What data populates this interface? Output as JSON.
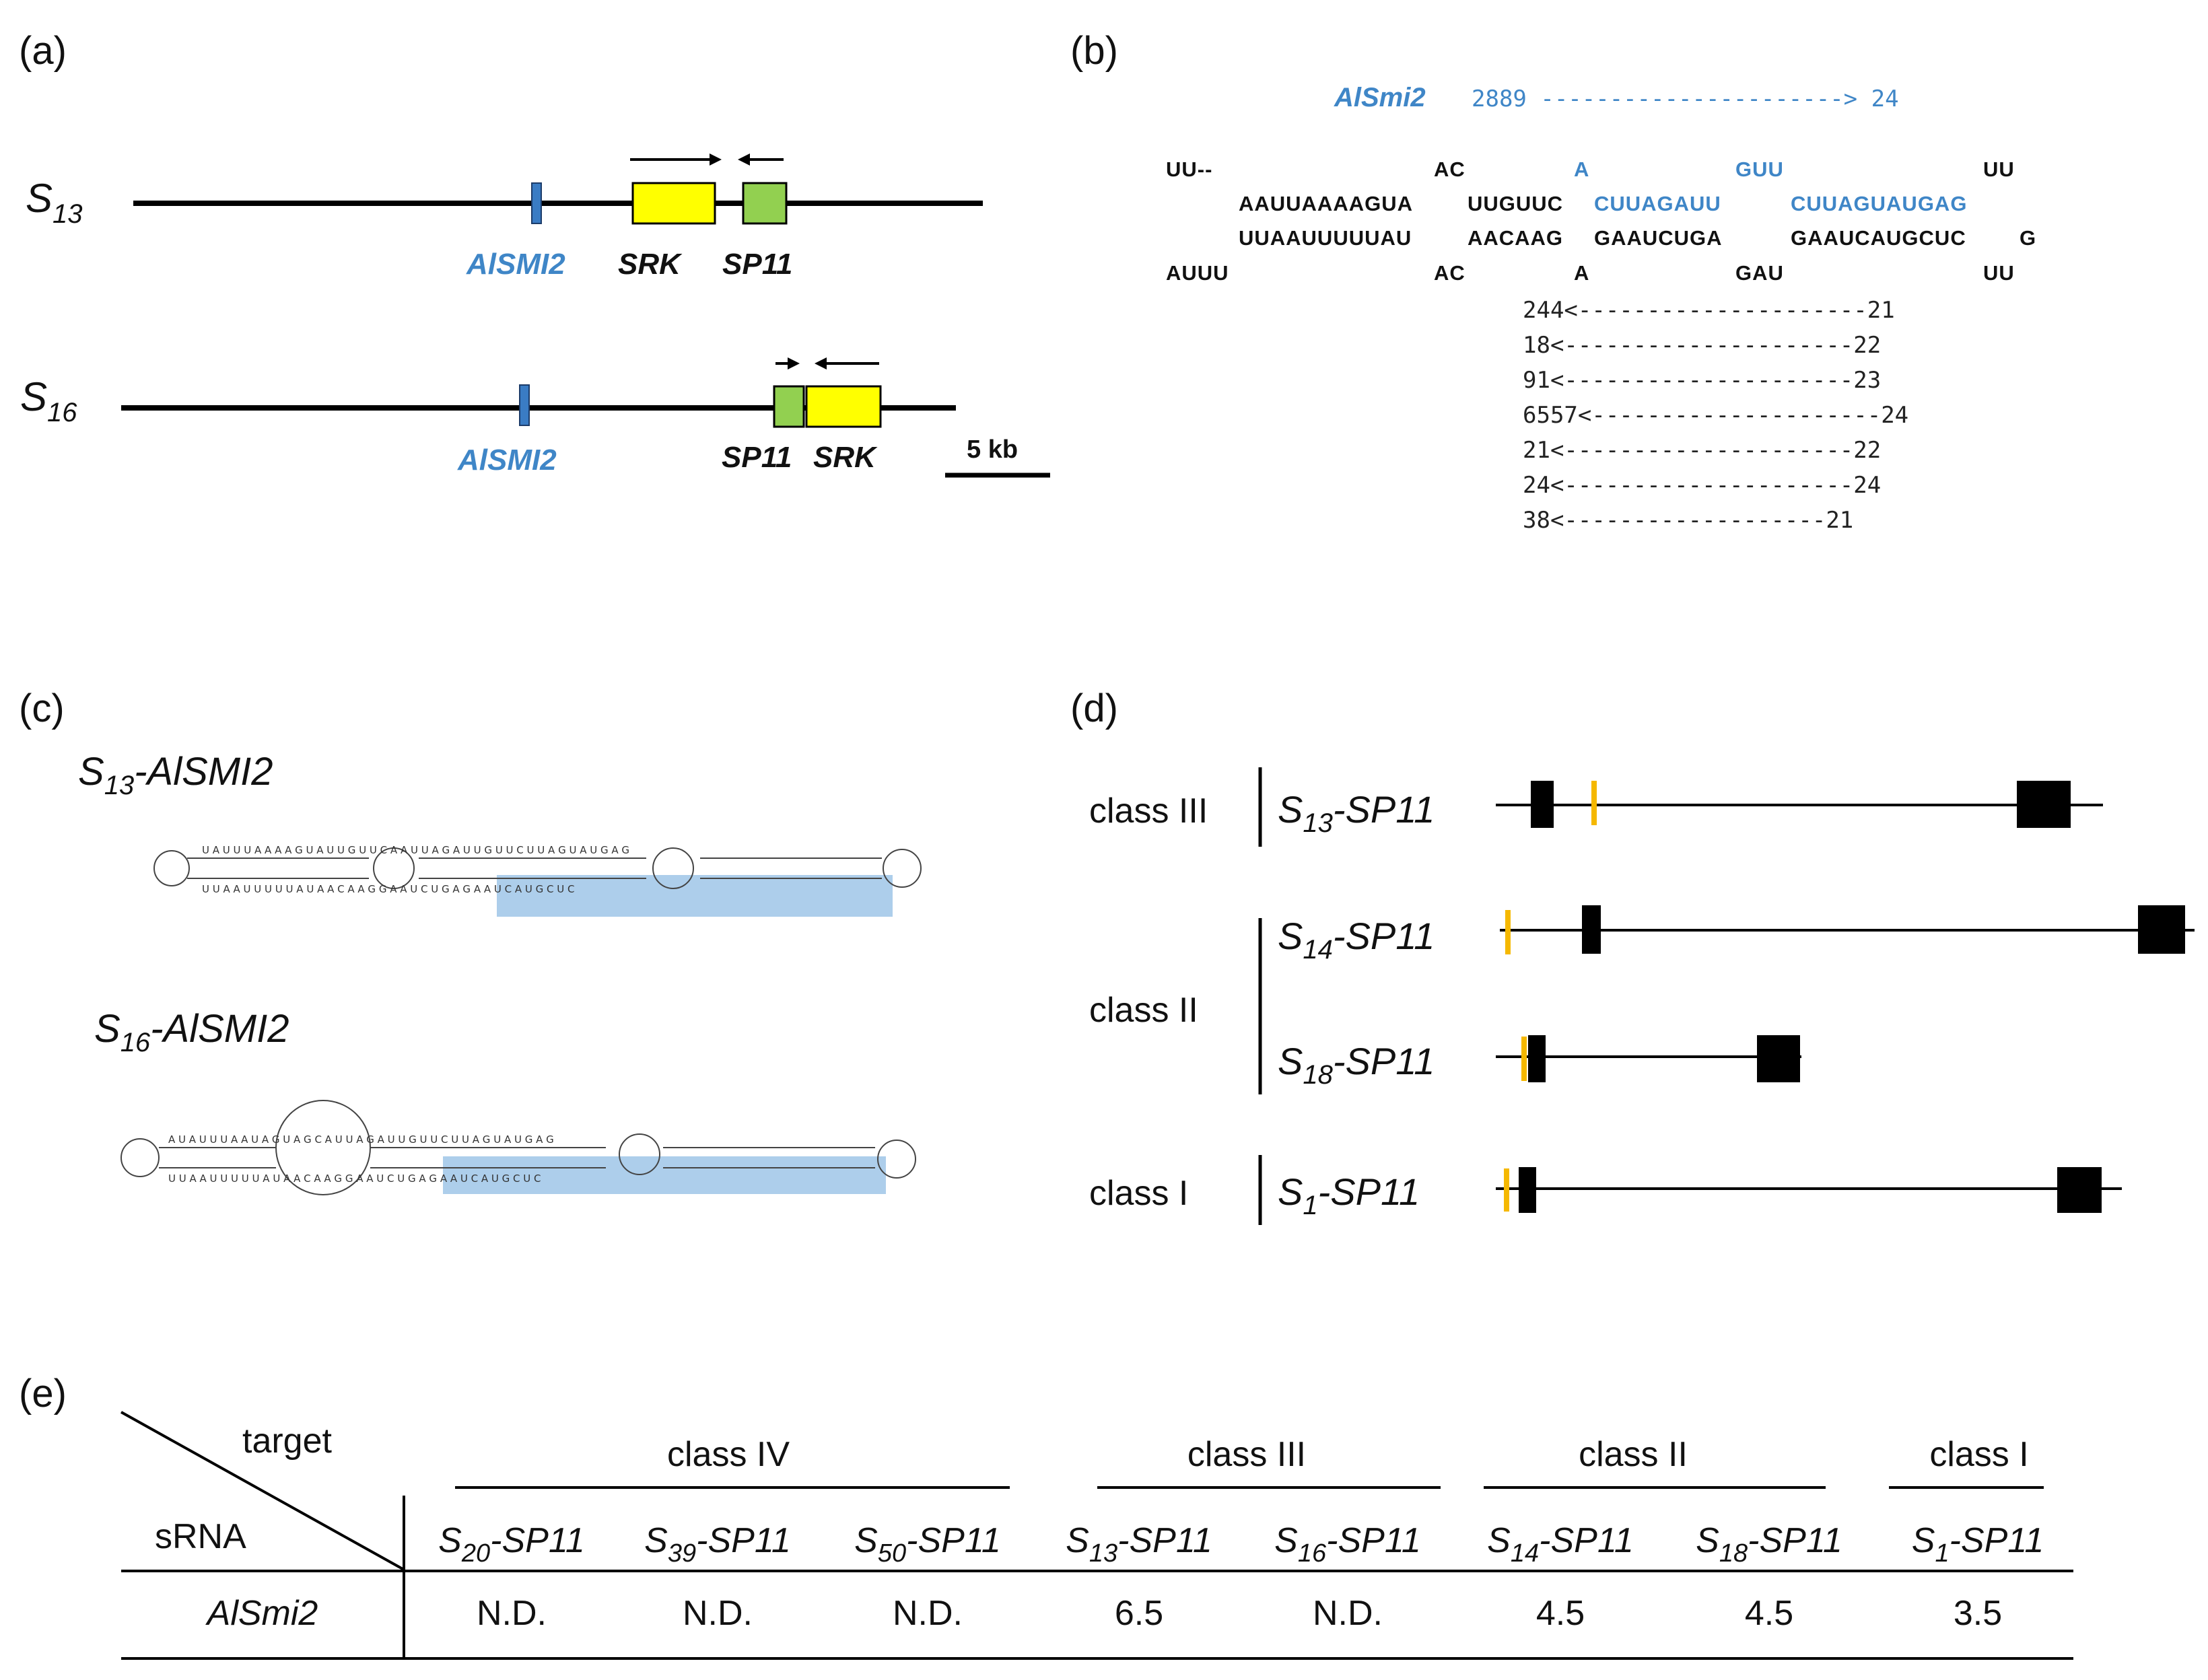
{
  "panels": {
    "a": "(a)",
    "b": "(b)",
    "c": "(c)",
    "d": "(d)",
    "e": "(e)"
  },
  "a": {
    "s13_label": "S",
    "s13_sub": "13",
    "s16_label": "S",
    "s16_sub": "16",
    "alsmi2": "AlSMI2",
    "srk": "SRK",
    "sp11": "SP11",
    "scale": "5 kb",
    "colors": {
      "alsmi2": "#3a7cc4",
      "srk": "#ffff00",
      "sp11": "#92d050"
    }
  },
  "b": {
    "mirna_name": "AlSmi2",
    "mirna_range": "2889 ----------------------> 24",
    "hairpin": {
      "r1_a": "UU--",
      "r1_b": "AC",
      "r1_c": "A",
      "r1_d": "GUU",
      "r1_e": "UU",
      "r2_a": "AAUUAAAAGUA",
      "r2_b": "UUGUUC",
      "r2_c": "CUUAGAUU",
      "r2_d": "CUUAGUAUGAG",
      "r3_a": "UUAAUUUUUAU",
      "r3_b": "AACAAG",
      "r3_c": "GAAUCUGA",
      "r3_d": "GAAUCAUGCUC",
      "r3_e": "G",
      "r4_a": "AUUU",
      "r4_b": "AC",
      "r4_c": "A",
      "r4_d": "GAU",
      "r4_e": "UU"
    },
    "reads": [
      "244<---------------------21",
      "18<---------------------22",
      "91<---------------------23",
      "6557<---------------------24",
      "21<---------------------22",
      "24<---------------------24",
      "38<-------------------21"
    ]
  },
  "c": {
    "s13_title_pre": "S",
    "s13_title_sub": "13",
    "s13_title_post": "-AlSMI2",
    "s16_title_pre": "S",
    "s16_title_sub": "16",
    "s16_title_post": "-AlSMI2"
  },
  "d": {
    "class3": "class III",
    "class2": "class II",
    "class1": "class I",
    "genes": [
      {
        "pre": "S",
        "sub": "13",
        "post": "-SP11"
      },
      {
        "pre": "S",
        "sub": "14",
        "post": "-SP11"
      },
      {
        "pre": "S",
        "sub": "18",
        "post": "-SP11"
      },
      {
        "pre": "S",
        "sub": "1",
        "post": "-SP11"
      }
    ],
    "colors": {
      "exon": "#000000",
      "target": "#f5b800"
    }
  },
  "e": {
    "target": "target",
    "srna": "sRNA",
    "groups": [
      "class IV",
      "class III",
      "class II",
      "class I"
    ],
    "columns": [
      {
        "sub": "20"
      },
      {
        "sub": "39"
      },
      {
        "sub": "50"
      },
      {
        "sub": "13"
      },
      {
        "sub": "16"
      },
      {
        "sub": "14"
      },
      {
        "sub": "18"
      },
      {
        "sub": "1"
      }
    ],
    "col_pre": "S",
    "col_post": "-SP11",
    "row_name": "AlSmi2",
    "values": [
      "N.D.",
      "N.D.",
      "N.D.",
      "6.5",
      "N.D.",
      "4.5",
      "4.5",
      "3.5"
    ],
    "colors": {
      "highlight": "#e8181e"
    }
  }
}
